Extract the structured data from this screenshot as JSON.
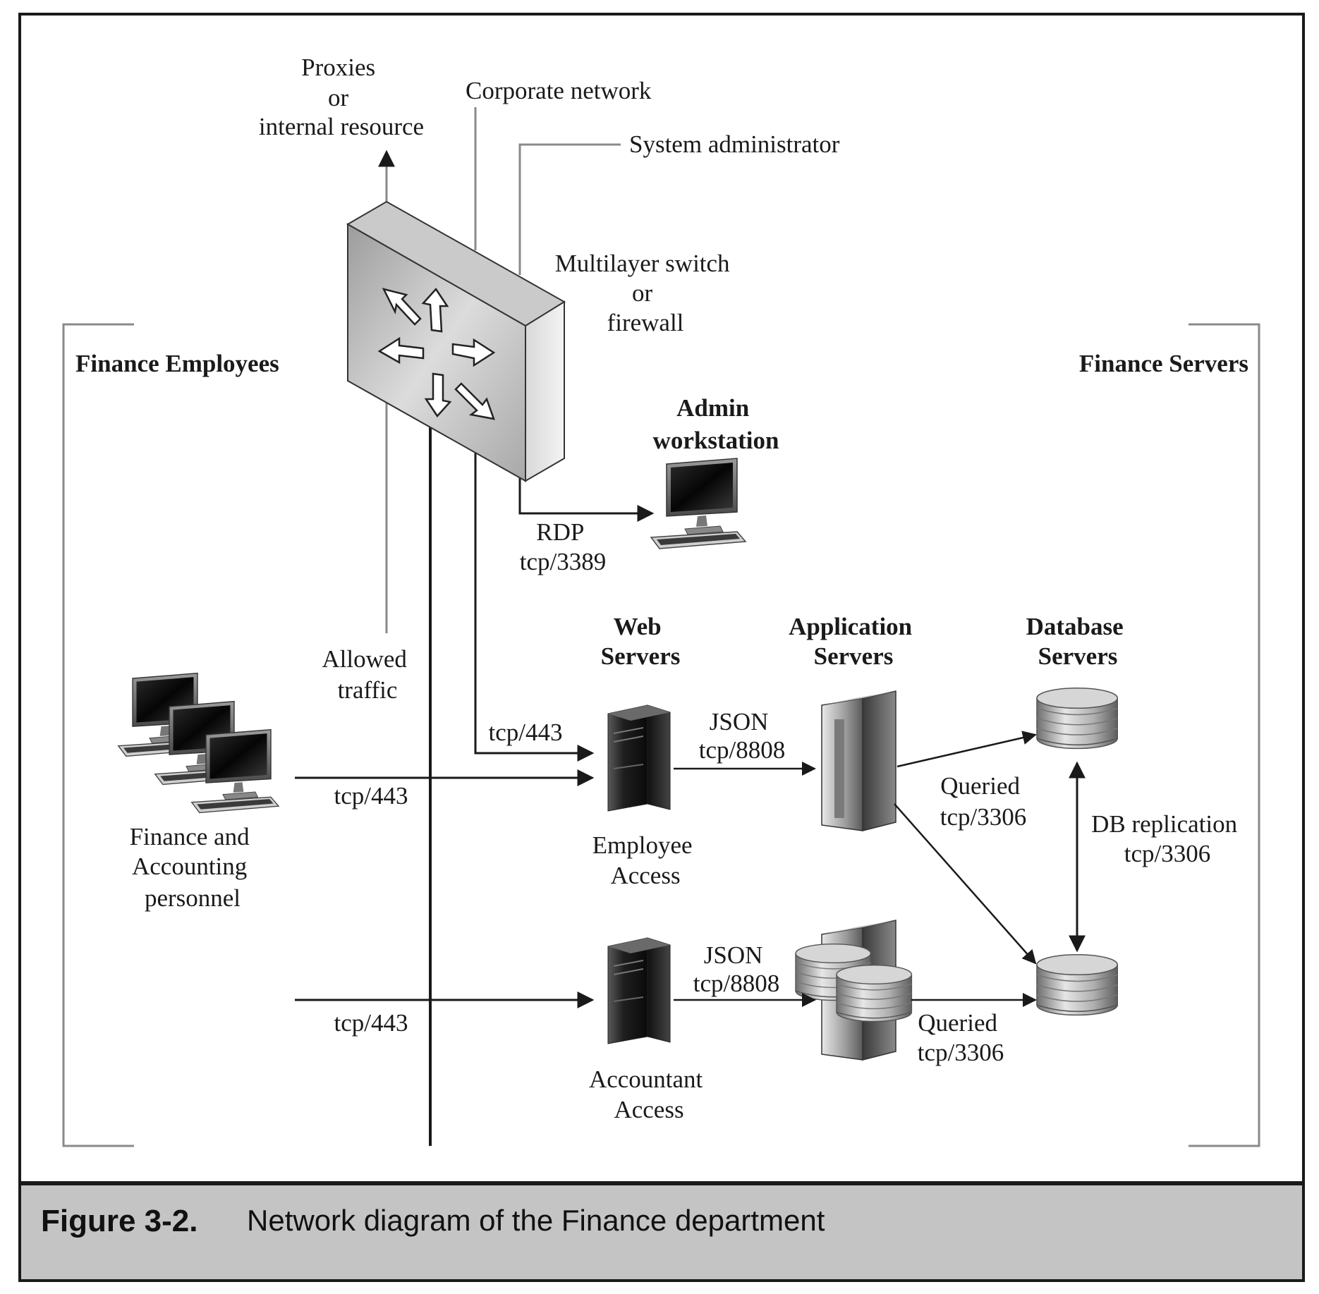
{
  "labels": {
    "proxies": [
      "Proxies",
      "or",
      "internal resource"
    ],
    "corporate_network": "Corporate network",
    "system_administrator": "System administrator",
    "switch": [
      "Multilayer switch",
      "or",
      "firewall"
    ],
    "finance_employees": "Finance Employees",
    "finance_servers": "Finance Servers",
    "admin_workstation": [
      "Admin",
      "workstation"
    ],
    "rdp": [
      "RDP",
      "tcp/3389"
    ],
    "allowed_traffic": [
      "Allowed",
      "traffic"
    ],
    "web_servers": [
      "Web",
      "Servers"
    ],
    "application_servers": [
      "Application",
      "Servers"
    ],
    "database_servers": [
      "Database",
      "Servers"
    ],
    "corp_tcp443": "tcp/443",
    "emp_tcp443": "tcp/443",
    "acct_tcp443": "tcp/443",
    "json_top": [
      "JSON",
      "tcp/8808"
    ],
    "json_bottom": [
      "JSON",
      "tcp/8808"
    ],
    "queried_top": [
      "Queried",
      "tcp/3306"
    ],
    "queried_bottom": [
      "Queried",
      "tcp/3306"
    ],
    "db_replication": [
      "DB replication",
      "tcp/3306"
    ],
    "personnel": [
      "Finance and",
      "Accounting",
      "personnel"
    ],
    "employee_access": [
      "Employee",
      "Access"
    ],
    "accountant_access": [
      "Accountant",
      "Access"
    ]
  },
  "caption": {
    "number": "Figure 3-2.",
    "text": "Network diagram of the Finance department"
  },
  "icons": [
    "router-arrows-icon",
    "monitor-icon",
    "server-tower-icon",
    "database-icon"
  ],
  "colors": {
    "line": "#1a1a1a",
    "gray_line": "#8a8a8a",
    "caption_bg": "#c4c4c4"
  }
}
